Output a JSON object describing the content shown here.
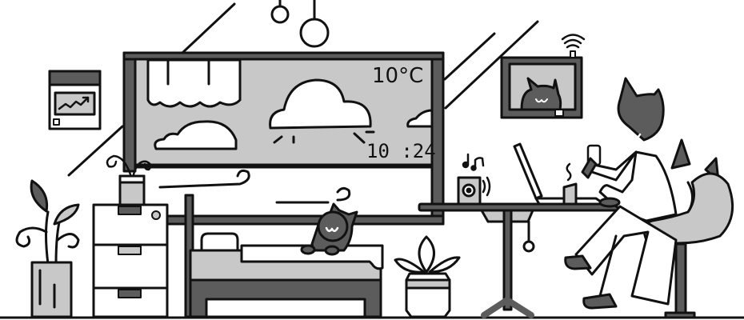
{
  "scene": {
    "description": "Grayscale line illustration of a cozy room with cat characters",
    "window_display": {
      "temperature": "10°C",
      "time": "10 :24"
    },
    "wall_chart_icon": "trending-up-chart",
    "tv": {
      "signal_icon": "wifi-icon",
      "screen_subject": "cat-face"
    },
    "speaker": {
      "icon": "music-notes"
    },
    "characters": [
      {
        "name": "small-cat",
        "location": "bed"
      },
      {
        "name": "cat-person",
        "location": "chair",
        "holding": "phone"
      }
    ]
  },
  "colors": {
    "background": "#ffffff",
    "outline": "#111111",
    "dark_fill": "#5c5c5c",
    "light_fill": "#c8c8c8",
    "white_fill": "#ffffff"
  }
}
